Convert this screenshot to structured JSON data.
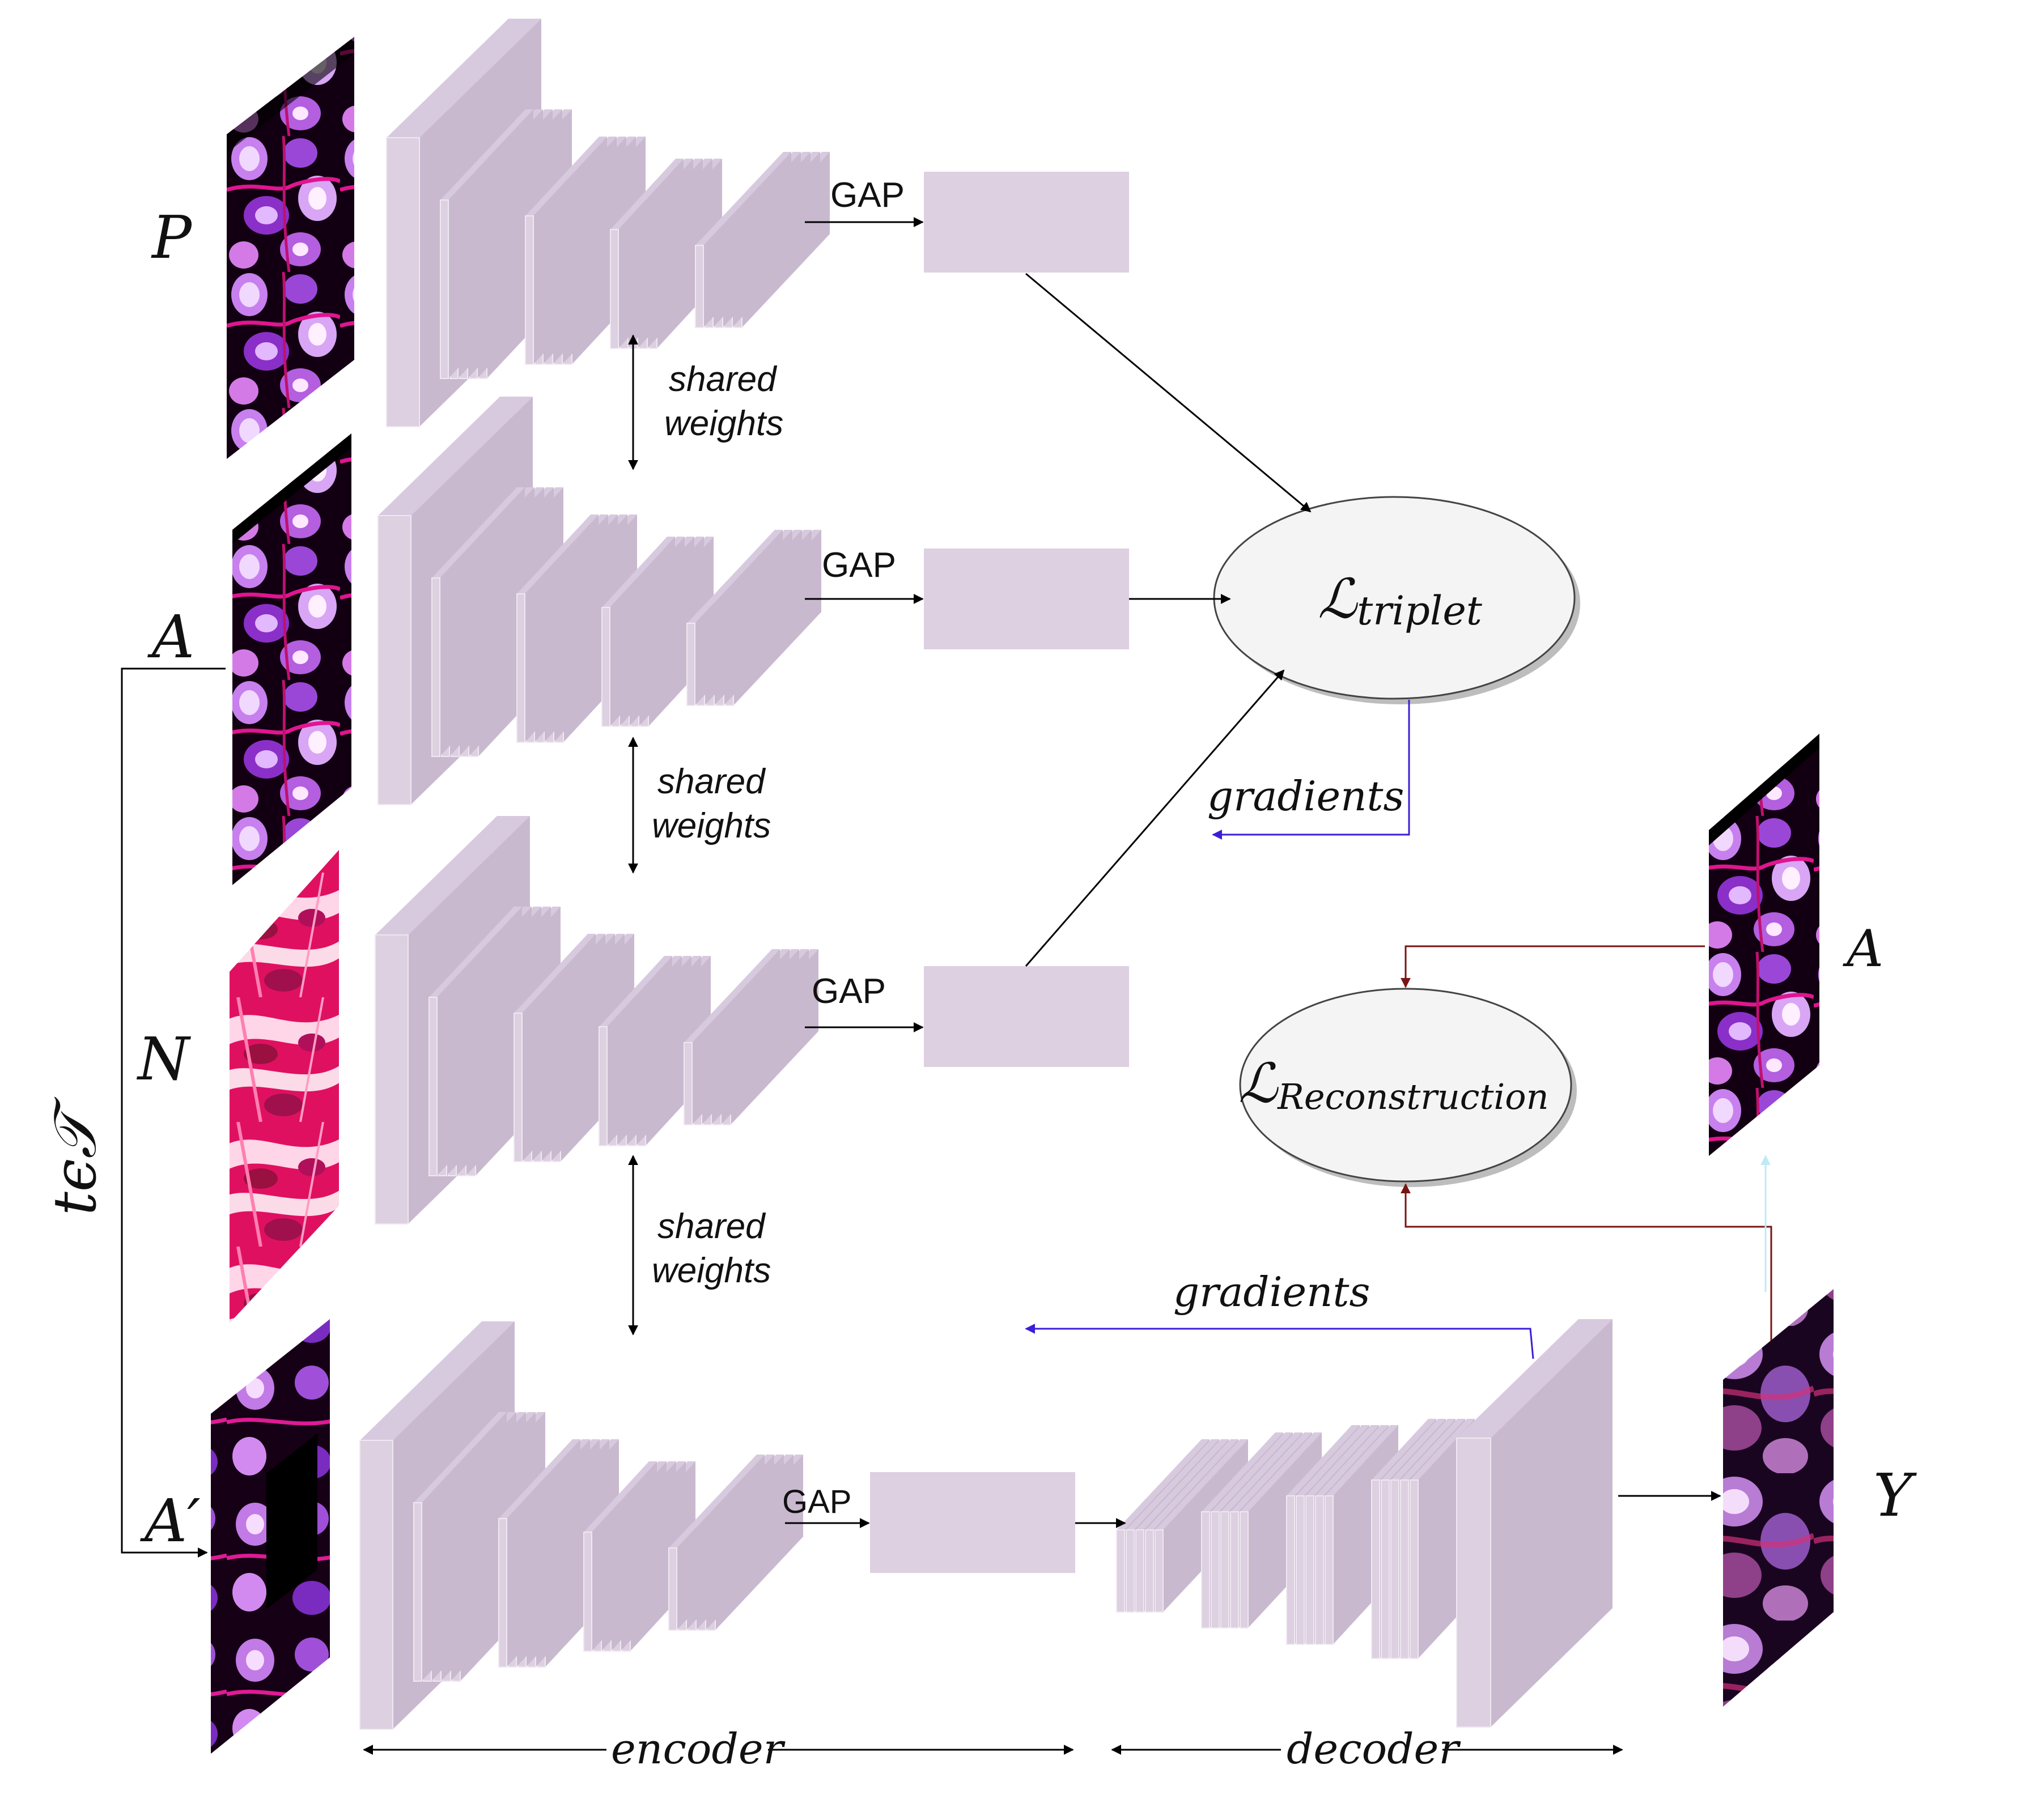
{
  "diagram": {
    "inputs": {
      "positive": "P",
      "anchor": "A",
      "negative": "N",
      "transformed_anchor": "A′",
      "transform_set": "tϵ𝒯"
    },
    "pooling_label": "GAP",
    "shared_weights_line1": "shared",
    "shared_weights_line2": "weights",
    "losses": {
      "triplet_symbol": "ℒ",
      "triplet_subscript": "triplet",
      "reconstruction_symbol": "ℒ",
      "reconstruction_subscript": "Reconstruction"
    },
    "gradients_label": "gradients",
    "outputs": {
      "reconstruction": "Y",
      "target": "A"
    },
    "axis": {
      "encoder": "encoder",
      "decoder": "decoder"
    },
    "colors": {
      "layer_front": "#ddd0e0",
      "layer_side": "#c9b9cf",
      "layer_top": "#d8cade",
      "ellipse_fill": "#f4f4f4",
      "arrow": "#000000",
      "gradient_arrow": "#3a1fd6",
      "recon_arrow": "#7a1414",
      "faint_arrow": "#bfeaf5"
    },
    "icons": [
      "tissue-patch-image"
    ]
  }
}
